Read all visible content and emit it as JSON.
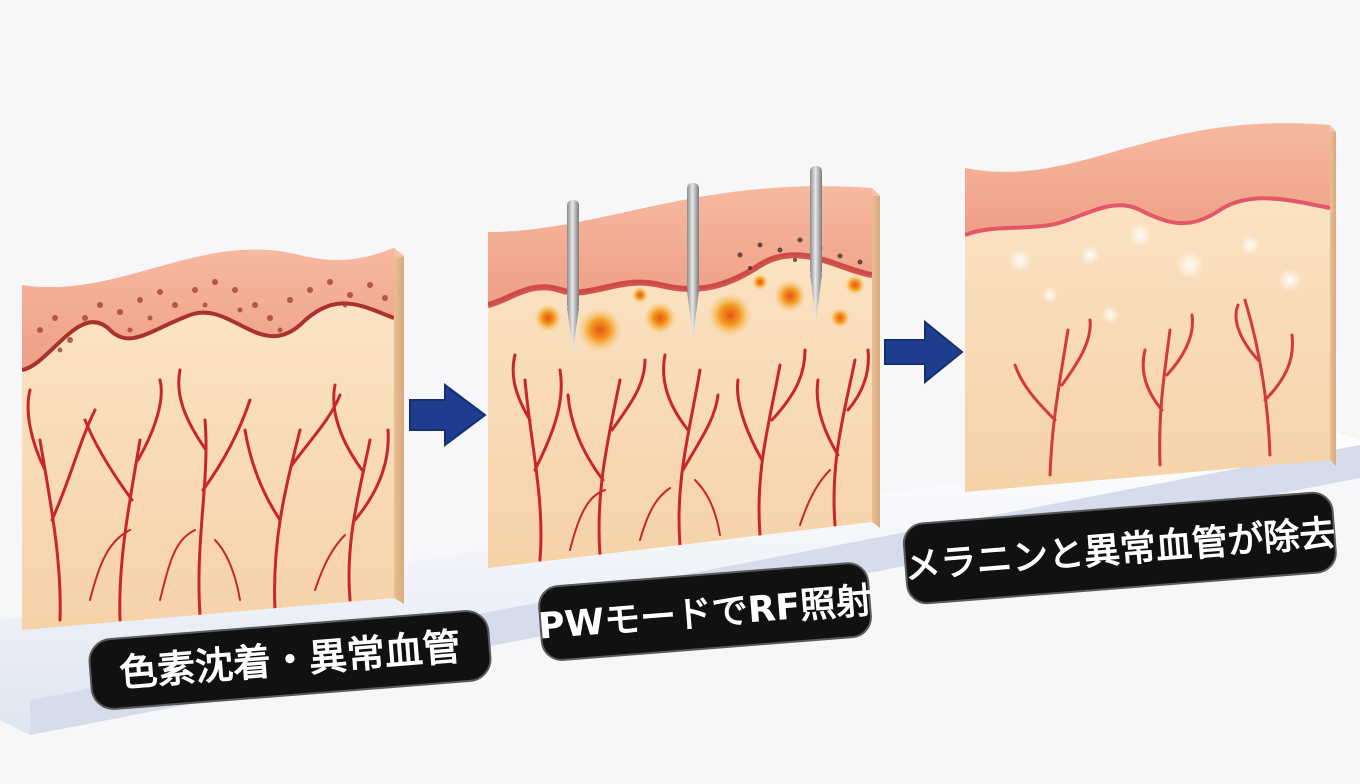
{
  "colors": {
    "background": "#f7f7f9",
    "epidermis": "#f2a98f",
    "dermis": "#f9dcb8",
    "vessel": "#c92a2a",
    "pigment": "#9a3b2c",
    "arrow": "#1f3d8f",
    "label_bg": "#111111",
    "label_text": "#ffffff",
    "heat_spot": "#f08a1c",
    "needle": "#a9a9a9"
  },
  "panels": [
    {
      "id": "before",
      "label": "色素沈着・異常血管"
    },
    {
      "id": "treatment",
      "label": "PWモードでRF照射"
    },
    {
      "id": "after",
      "label": "メラニンと異常血管が除去"
    }
  ]
}
